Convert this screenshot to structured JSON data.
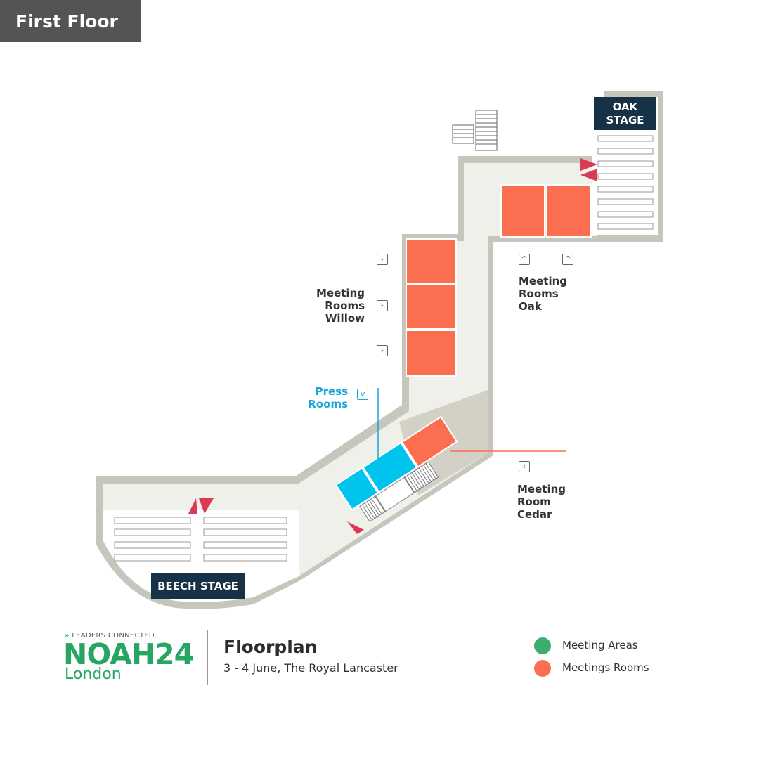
{
  "floor_label": "First Floor",
  "stages": {
    "oak_line1": "OAK",
    "oak_line2": "STAGE",
    "beech": "BEECH STAGE"
  },
  "labels": {
    "willow": [
      "Meeting",
      "Rooms",
      "Willow"
    ],
    "oak": [
      "Meeting",
      "Rooms",
      "Oak"
    ],
    "press": [
      "Press",
      "Rooms"
    ],
    "cedar": [
      "Meeting",
      "Room",
      "Cedar"
    ]
  },
  "brand": {
    "tagline": "LEADERS CONNECTED",
    "name_text": "NOAH24",
    "city": "London"
  },
  "title": "Floorplan",
  "subtitle": "3 - 4 June, The Royal Lancaster",
  "legend": [
    {
      "label": "Meeting Areas",
      "color": "#3cad6e"
    },
    {
      "label": "Meetings Rooms",
      "color": "#fb6e4f"
    }
  ],
  "colors": {
    "meeting_room": "#fb6e4f",
    "press_room": "#00c3ee",
    "stage_banner": "#173247",
    "wall": "#c7c6bc",
    "floor": "#f0f0ea"
  },
  "icons": {
    "door_right": "›",
    "door_up": "^",
    "door_down": "v",
    "door_left": "‹"
  }
}
